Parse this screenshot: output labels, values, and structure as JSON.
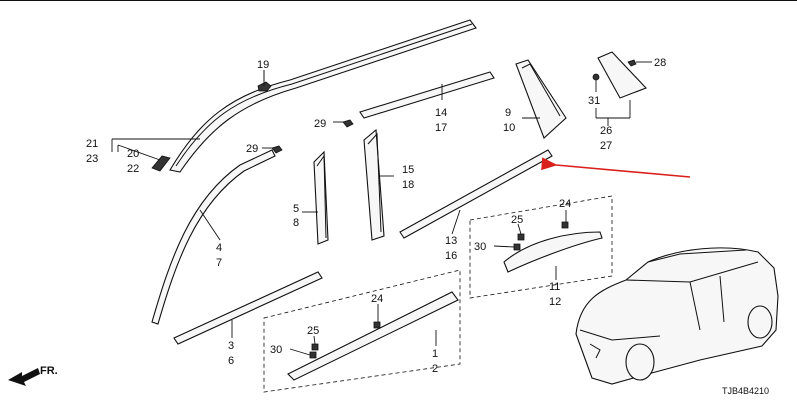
{
  "callouts": {
    "c19": "19",
    "c21": "21",
    "c23": "23",
    "c20": "20",
    "c22": "22",
    "c29a": "29",
    "c29b": "29",
    "c14": "14",
    "c17": "17",
    "c4": "4",
    "c7": "7",
    "c5": "5",
    "c8": "8",
    "c15": "15",
    "c18": "18",
    "c9": "9",
    "c10": "10",
    "c28": "28",
    "c31": "31",
    "c26": "26",
    "c27": "27",
    "c13": "13",
    "c16": "16",
    "c25a": "25",
    "c24a": "24",
    "c30a": "30",
    "c11": "11",
    "c12": "12",
    "c3": "3",
    "c6": "6",
    "c24b": "24",
    "c25b": "25",
    "c30b": "30",
    "c1": "1",
    "c2": "2"
  },
  "fr_label": "FR.",
  "diagram_code": "TJB4B4210",
  "colors": {
    "line": "#111111",
    "highlight_arrow": "#d9201c",
    "background": "#ffffff"
  }
}
